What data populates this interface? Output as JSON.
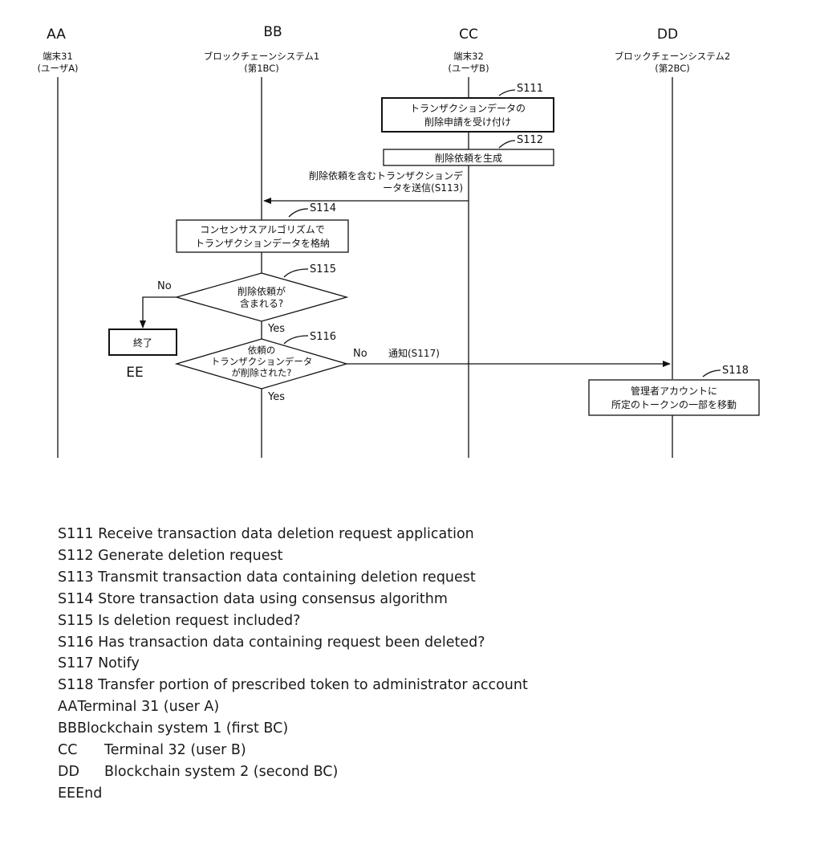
{
  "lanes": [
    {
      "code": "AA",
      "name": "端末31",
      "sub": "(ユーザA)"
    },
    {
      "code": "BB",
      "name": "ブロックチェーンシステム1",
      "sub": "(第1BC)"
    },
    {
      "code": "CC",
      "name": "端末32",
      "sub": "(ユーザB)"
    },
    {
      "code": "DD",
      "name": "ブロックチェーンシステム2",
      "sub": "(第2BC)"
    }
  ],
  "steps": {
    "s111": {
      "id": "S111",
      "line1": "トランザクションデータの",
      "line2": "削除申請を受け付け"
    },
    "s112": {
      "id": "S112",
      "line1": "削除依頼を生成"
    },
    "s113": {
      "line1": "削除依頼を含むトランザクションデ",
      "line2": "ータを送信(S113)"
    },
    "s114": {
      "id": "S114",
      "line1": "コンセンサスアルゴリズムで",
      "line2": "トランザクションデータを格納"
    },
    "s115": {
      "id": "S115",
      "line1": "削除依頼が",
      "line2": "含まれる?",
      "no": "No",
      "yes": "Yes"
    },
    "s116": {
      "id": "S116",
      "line1": "依頼の",
      "line2": "トランザクションデータ",
      "line3": "が削除された?",
      "no": "No",
      "yes": "Yes"
    },
    "s117": {
      "label": "通知(S117)"
    },
    "s118": {
      "id": "S118",
      "line1": "管理者アカウントに",
      "line2": "所定のトークンの一部を移動"
    },
    "end": {
      "label": "終了",
      "code": "EE"
    }
  },
  "legend": [
    {
      "code": "S111",
      "text": "Receive transaction data deletion request application"
    },
    {
      "code": "S112",
      "text": "Generate deletion request"
    },
    {
      "code": "S113",
      "text": "Transmit transaction data containing deletion request"
    },
    {
      "code": "S114",
      "text": "Store transaction data using consensus algorithm"
    },
    {
      "code": "S115",
      "text": "Is deletion request included?"
    },
    {
      "code": "S116",
      "text": "Has transaction data containing request been deleted?"
    },
    {
      "code": "S117",
      "text": "Notify"
    },
    {
      "code": "S118",
      "text": "Transfer portion of prescribed token to administrator account"
    },
    {
      "code": "AA",
      "text": "Terminal 31 (user A)"
    },
    {
      "code": "BB",
      "text": "Blockchain system 1 (first BC)"
    },
    {
      "code": "CC",
      "text": "Terminal 32 (user B)"
    },
    {
      "code": "DD",
      "text": "Blockchain system 2 (second BC)"
    },
    {
      "code": "EE",
      "text": "End"
    }
  ]
}
